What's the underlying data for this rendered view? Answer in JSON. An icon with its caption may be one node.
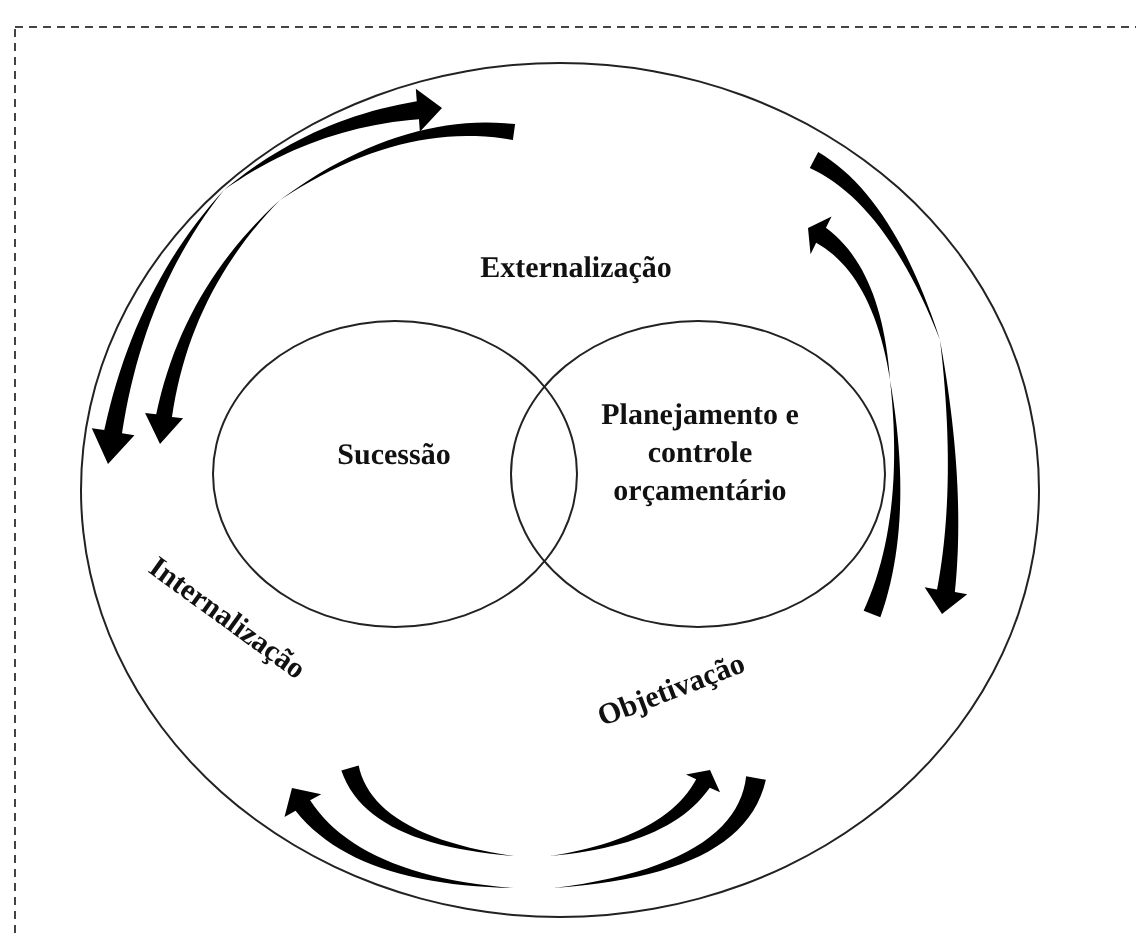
{
  "diagram": {
    "nodes": [
      {
        "text": [],
        "shape": "circle"
      },
      {
        "text": [
          "Sucessão"
        ],
        "in": 0
      },
      {
        "text": [
          "Planejamento e controle orçamentário"
        ],
        "in": 0
      }
    ],
    "labels": [
      "Externalização",
      "Internalização",
      "Objetivação"
    ]
  }
}
